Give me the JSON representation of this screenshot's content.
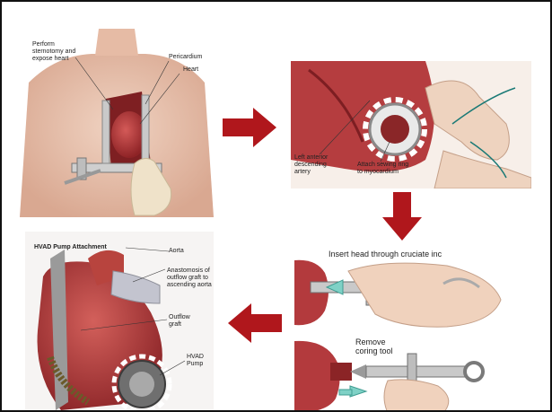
{
  "panel1": {
    "labels": {
      "sternotomy": "Perform\nsternotomy and\nexpose heart",
      "pericardium": "Pericardium",
      "heart": "Heart"
    }
  },
  "panel2": {
    "labels": {
      "lad": "Left anterior\ndescending\nartery",
      "sewing_ring": "Attach sewing ring\nto myocardium"
    }
  },
  "panel3": {
    "labels": {
      "insert_head": "Insert head through cruciate inc"
    }
  },
  "panel4": {
    "labels": {
      "remove_tool": "Remove\ncoring tool"
    }
  },
  "panel5": {
    "title": "HVAD Pump Attachment",
    "labels": {
      "aorta": "Aorta",
      "anastomosis": "Anastomosis of\noutflow graft to\nascending aorta",
      "outflow": "Outflow\ngraft",
      "hvad": "HVAD\nPump"
    }
  },
  "colors": {
    "arrow": "#b0171c",
    "heart": "#b23a3a",
    "skin": "#e9c3ae"
  }
}
